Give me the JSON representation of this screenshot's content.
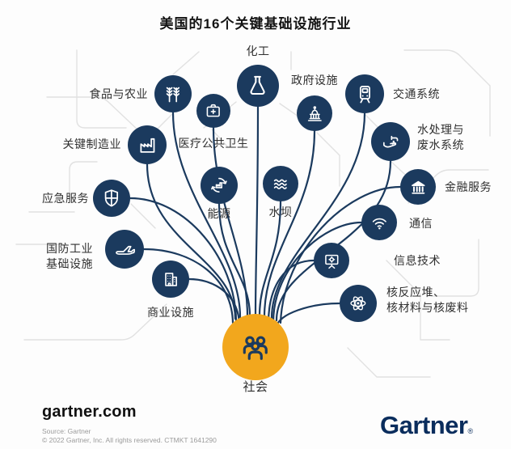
{
  "title": "美国的16个关键基础设施行业",
  "colors": {
    "node_navy": "#1B3A5E",
    "hub_orange": "#F2A71D",
    "connector_navy": "#1B3A5E",
    "trace_gray": "#E1E1E1"
  },
  "hub": {
    "label": "社会",
    "icon": "people-group-icon"
  },
  "sectors": [
    {
      "label": "化工",
      "icon": "flask-icon"
    },
    {
      "label": "食品与农业",
      "icon": "wheat-icon"
    },
    {
      "label": "交通系统",
      "icon": "train-icon"
    },
    {
      "label": "政府设施",
      "icon": "capitol-icon"
    },
    {
      "label": "医疗公共卫生",
      "icon": "first-aid-kit-icon"
    },
    {
      "label": "关键制造业",
      "icon": "factory-icon"
    },
    {
      "label": "水处理与\n废水系统",
      "icon": "hand-water-icon"
    },
    {
      "label": "能源",
      "icon": "energy-cycle-icon"
    },
    {
      "label": "水坝",
      "icon": "waves-icon"
    },
    {
      "label": "金融服务",
      "icon": "bank-icon"
    },
    {
      "label": "应急服务",
      "icon": "shield-icon"
    },
    {
      "label": "通信",
      "icon": "wifi-icon"
    },
    {
      "label": "国防工业\n基础设施",
      "icon": "airplane-icon"
    },
    {
      "label": "信息技术",
      "icon": "monitor-gear-icon"
    },
    {
      "label": "商业设施",
      "icon": "buildings-icon"
    },
    {
      "label": "核反应堆、\n核材料与核废料",
      "icon": "atom-icon"
    }
  ],
  "footer": {
    "website": "gartner.com",
    "source": "Source: Gartner",
    "copyright": "© 2022 Gartner, Inc. All rights reserved. CTMKT 1641290",
    "logo": "Gartner",
    "registered": "®"
  }
}
